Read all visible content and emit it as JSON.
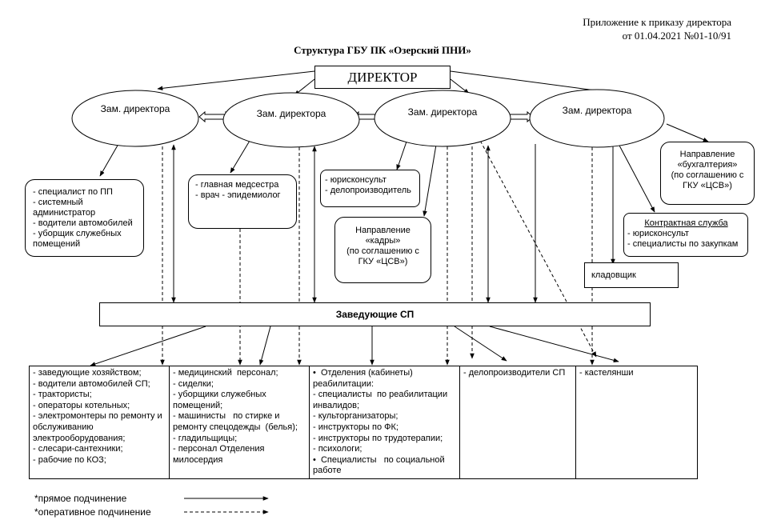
{
  "header": {
    "line1": "Приложение  к приказу директора",
    "line2": "от 01.04.2021 №01-10/91"
  },
  "title": "Структура  ГБУ ПК «Озерский ПНИ»",
  "director": "ДИРЕКТОР",
  "deputies": [
    "Зам. директора",
    "Зам. директора",
    "Зам. директора",
    "Зам. директора"
  ],
  "box_left": [
    "- специалист  по ПП",
    "- системный администратор",
    "- водители автомобилей",
    "- уборщик служебных помещений"
  ],
  "box_nurse": [
    "- главная медсестра",
    "- врач - эпидемиолог"
  ],
  "box_legal": [
    "- юрисконсульт",
    "- делопроизводитель"
  ],
  "box_hr": [
    "Направление",
    "«кадры»",
    "(по соглашению  с",
    "ГКУ «ЦСВ»)"
  ],
  "box_acc": [
    "Направление",
    "«бухгалтерия»",
    "(по соглашению с",
    "ГКУ «ЦСВ»)"
  ],
  "box_contract": {
    "title": "Контрактная служба",
    "items": [
      "- юрисконсульт",
      "- специалисты  по закупкам"
    ]
  },
  "box_store": "кладовщик",
  "heads": "Заведующие СП",
  "bottom": {
    "col1": [
      "- заведующие хозяйством;",
      "- водители автомобилей СП;",
      "- трактористы;",
      "- операторы котельных;",
      "- электромонтеры по ремонту и обслуживанию электрооборудования;",
      "- слесари-сантехники;",
      "- рабочие по КОЗ;"
    ],
    "col2": [
      "- медицинский  персонал;",
      "- сиделки;",
      "- уборщики служебных помещений;",
      "- машинисты   по стирке и ремонту спецодежды  (белья);",
      "- гладильщицы;",
      "- персонал Отделения милосердия"
    ],
    "col3": [
      "•  Отделения (кабинеты) реабилитации:",
      "- специалисты  по реабилитации инвалидов;",
      "- культорганизаторы;",
      "- инструкторы по ФК;",
      "- инструкторы по трудотерапии;",
      "- психологи;",
      "•  Специалисты   по социальной работе"
    ],
    "col4": [
      "- делопроизводители СП"
    ],
    "col5": [
      "- кастелянши"
    ]
  },
  "legend": {
    "direct": "*прямое подчинение",
    "operative": "*оперативное  подчинение"
  }
}
